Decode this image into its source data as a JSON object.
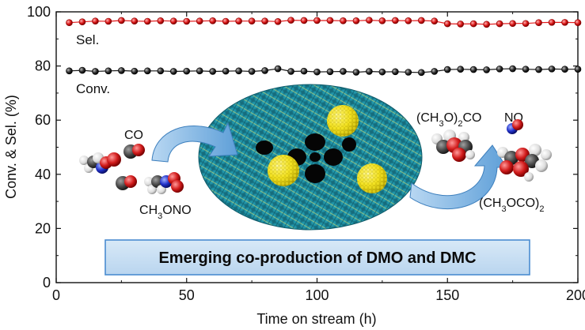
{
  "chart_data": {
    "type": "line",
    "xlabel": "Time on stream (h)",
    "ylabel": "Conv. & Sel. (%)",
    "xlim": [
      0,
      200
    ],
    "ylim": [
      0,
      100
    ],
    "xticks": [
      0,
      50,
      100,
      150,
      200
    ],
    "yticks": [
      0,
      20,
      40,
      60,
      80,
      100
    ],
    "grid": false,
    "x": [
      5,
      10,
      15,
      20,
      25,
      30,
      35,
      40,
      45,
      50,
      55,
      60,
      65,
      70,
      75,
      80,
      85,
      90,
      95,
      100,
      105,
      110,
      115,
      120,
      125,
      130,
      135,
      140,
      145,
      150,
      155,
      160,
      165,
      170,
      175,
      180,
      185,
      190,
      195,
      200
    ],
    "series": [
      {
        "name": "Sel.",
        "color": "#e31a1c",
        "values": [
          96.0,
          96.3,
          96.6,
          96.5,
          96.8,
          96.6,
          96.5,
          96.7,
          96.6,
          96.5,
          96.6,
          96.7,
          96.5,
          96.6,
          96.6,
          96.6,
          96.4,
          96.9,
          96.8,
          96.8,
          96.8,
          96.7,
          96.7,
          96.9,
          96.7,
          96.8,
          96.7,
          96.8,
          96.6,
          95.6,
          95.5,
          95.6,
          95.4,
          95.6,
          95.7,
          95.7,
          96.0,
          96.1,
          96.1,
          96.0
        ]
      },
      {
        "name": "Conv.",
        "color": "#1a1a1a",
        "values": [
          78.2,
          78.4,
          78.0,
          78.2,
          78.3,
          78.1,
          78.2,
          78.2,
          78.0,
          78.1,
          78.2,
          78.0,
          78.1,
          78.2,
          78.0,
          78.3,
          79.0,
          78.0,
          78.1,
          77.8,
          77.9,
          78.0,
          77.7,
          78.0,
          77.8,
          77.9,
          77.7,
          77.6,
          78.0,
          78.7,
          78.8,
          78.7,
          78.6,
          78.9,
          79.0,
          78.8,
          78.7,
          78.9,
          78.8,
          78.8
        ]
      }
    ]
  },
  "labels": {
    "co": "CO",
    "methyl_nitrite": "CH3ONO",
    "dmc": "(CH3O)2CO",
    "no": "NO",
    "dmo": "(CH3OCO)2"
  },
  "banner": {
    "text": "Emerging co-production of DMO and DMC"
  }
}
